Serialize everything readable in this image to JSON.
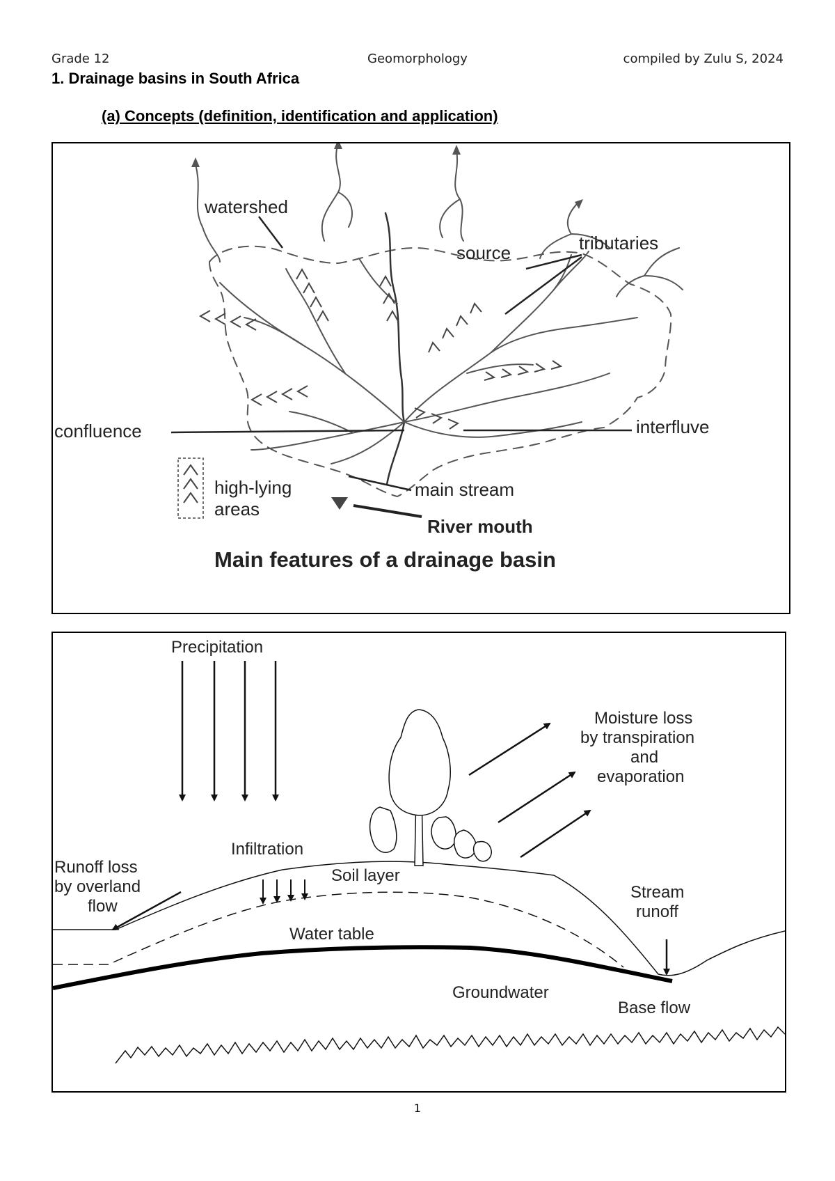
{
  "header": {
    "left": "Grade 12",
    "center": "Geomorphology",
    "right": "compiled by Zulu S, 2024"
  },
  "heading": "1.  Drainage basins in South Africa",
  "subheading": "(a)  Concepts (definition, identification and application)",
  "figure1": {
    "title": "Main features of a drainage basin",
    "labels": {
      "watershed": "watershed",
      "source": "source",
      "tributaries": "tributaries",
      "confluence": "confluence",
      "interfluve": "interfluve",
      "main_stream": "main stream",
      "river_mouth": "River mouth",
      "legend_line1": "high-lying",
      "legend_line2": "areas"
    }
  },
  "figure2": {
    "labels": {
      "precipitation": "Precipitation",
      "moisture_1": "Moisture loss",
      "moisture_2": "by transpiration",
      "moisture_3": "and",
      "moisture_4": "evaporation",
      "infiltration": "Infiltration",
      "runoff_1": "Runoff loss",
      "runoff_2": "by overland",
      "runoff_3": "flow",
      "soil_layer": "Soil layer",
      "water_table": "Water table",
      "stream_1": "Stream",
      "stream_2": "runoff",
      "groundwater": "Groundwater",
      "base_flow": "Base flow"
    }
  },
  "page_number": "1"
}
